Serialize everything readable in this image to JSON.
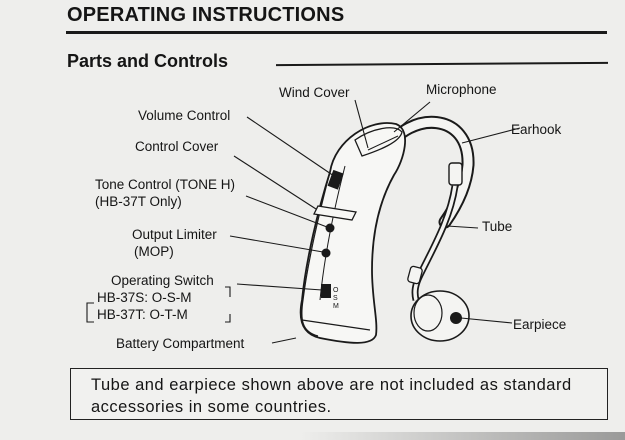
{
  "header": {
    "title": "OPERATING INSTRUCTIONS",
    "section": "Parts and Controls"
  },
  "labels": {
    "wind_cover": "Wind Cover",
    "microphone": "Microphone",
    "volume_control": "Volume Control",
    "earhook": "Earhook",
    "control_cover": "Control Cover",
    "tone_control_line1": "Tone Control (TONE H)",
    "tone_control_line2": "(HB-37T Only)",
    "tube": "Tube",
    "output_limiter_line1": "Output Limiter",
    "output_limiter_line2": "(MOP)",
    "operating_switch": "Operating Switch",
    "switch_variant_s": "HB-37S: O-S-M",
    "switch_variant_t": "HB-37T: O-T-M",
    "earpiece": "Earpiece",
    "battery_compartment": "Battery Compartment",
    "switch_marks": "O S M"
  },
  "note": {
    "text": "Tube and earpiece shown above are not included as standard accessories in some countries."
  }
}
